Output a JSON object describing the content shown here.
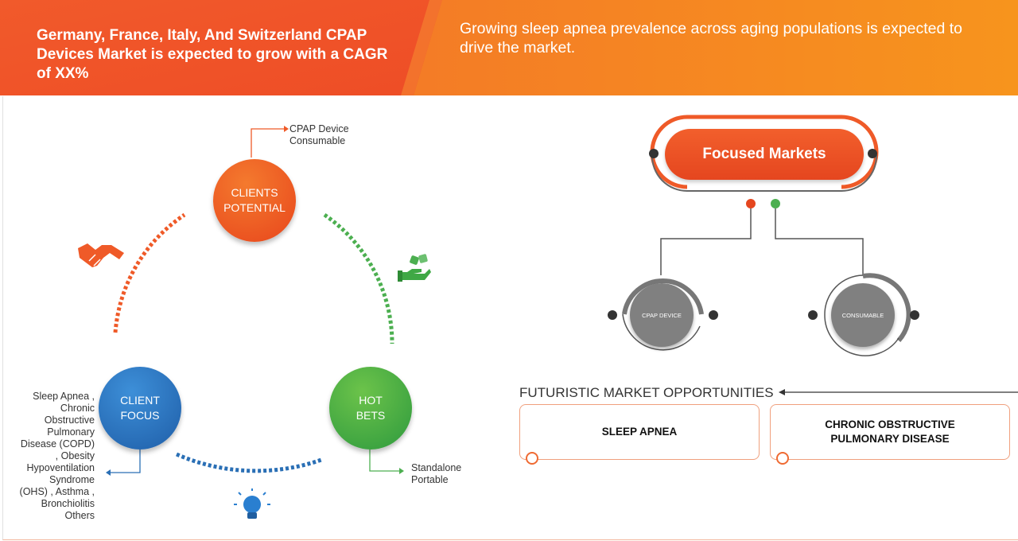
{
  "header": {
    "title": "Germany, France, Italy, And Switzerland CPAP Devices Market is expected to grow with a CAGR of XX%",
    "subtitle": "Growing sleep apnea prevalence across aging populations is expected to drive the market."
  },
  "cycle": {
    "clients_potential": {
      "line1": "CLIENTS",
      "line2": "POTENTIAL",
      "items": [
        "CPAP Device",
        "Consumable"
      ]
    },
    "client_focus": {
      "line1": "CLIENT",
      "line2": "FOCUS",
      "items": [
        "Sleep Apnea ,",
        "Chronic",
        "Obstructive",
        "Pulmonary",
        "Disease (COPD)",
        ", Obesity",
        "Hypoventilation",
        "Syndrome",
        "(OHS) , Asthma ,",
        "Bronchiolitis",
        "Others"
      ]
    },
    "hot_bets": {
      "line1": "HOT",
      "line2": "BETS",
      "items": [
        "Standalone",
        "Portable"
      ]
    }
  },
  "focused_markets": {
    "title": "Focused Markets",
    "markets": [
      "CPAP DEVICE",
      "CONSUMABLE"
    ]
  },
  "opportunities": {
    "title": "FUTURISTIC MARKET OPPORTUNITIES",
    "items": [
      "SLEEP APNEA",
      "CHRONIC OBSTRUCTIVE PULMONARY DISEASE"
    ]
  },
  "colors": {
    "orange": "#ef5a28",
    "orange_light": "#f7941d",
    "blue": "#2a6fb5",
    "green": "#4caf50",
    "gray": "#808080"
  },
  "icons": [
    "handshake-icon",
    "money-hand-icon",
    "lightbulb-icon"
  ]
}
